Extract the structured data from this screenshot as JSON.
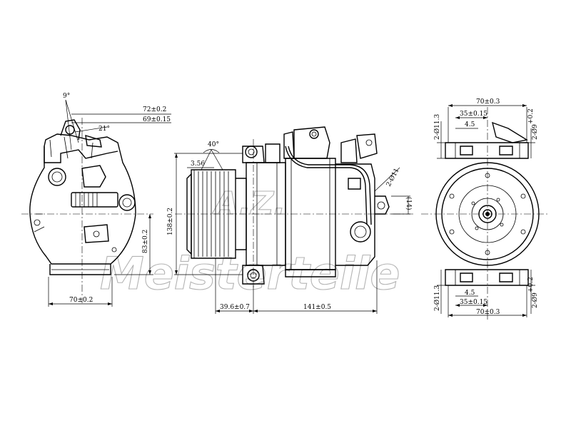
{
  "watermark": {
    "line1": "A.Z.",
    "line2": "Meisterteile"
  },
  "left_view": {
    "angle_top": "9°",
    "angle_mid": "21°",
    "dim_72": "72±0.2",
    "dim_69": "69±0.15",
    "dim_83": "83±0.2",
    "dim_70": "70±0.2"
  },
  "side_view": {
    "angle_40": "40°",
    "dim_356": "3.56",
    "dim_138": "138±0.2",
    "dim_396": "39.6±0.7",
    "dim_141": "141±0.5",
    "dim_2d11": "2-Ø11",
    "dim_14": "(14)"
  },
  "right_view": {
    "top": {
      "w70": "70±0.3",
      "w35": "35±0.15",
      "w45": "4.5",
      "hole": "2-Ø11.3",
      "tol": "2-Ø9",
      "tol_sup": "+0.2",
      "tol_sub": "0"
    },
    "bottom": {
      "w45": "4.5",
      "w35": "35±0.15",
      "w70": "70±0.3",
      "hole": "2-Ø11.3",
      "tol": "2-Ø9",
      "tol_sup": "+0.2",
      "tol_sub": "0"
    }
  }
}
